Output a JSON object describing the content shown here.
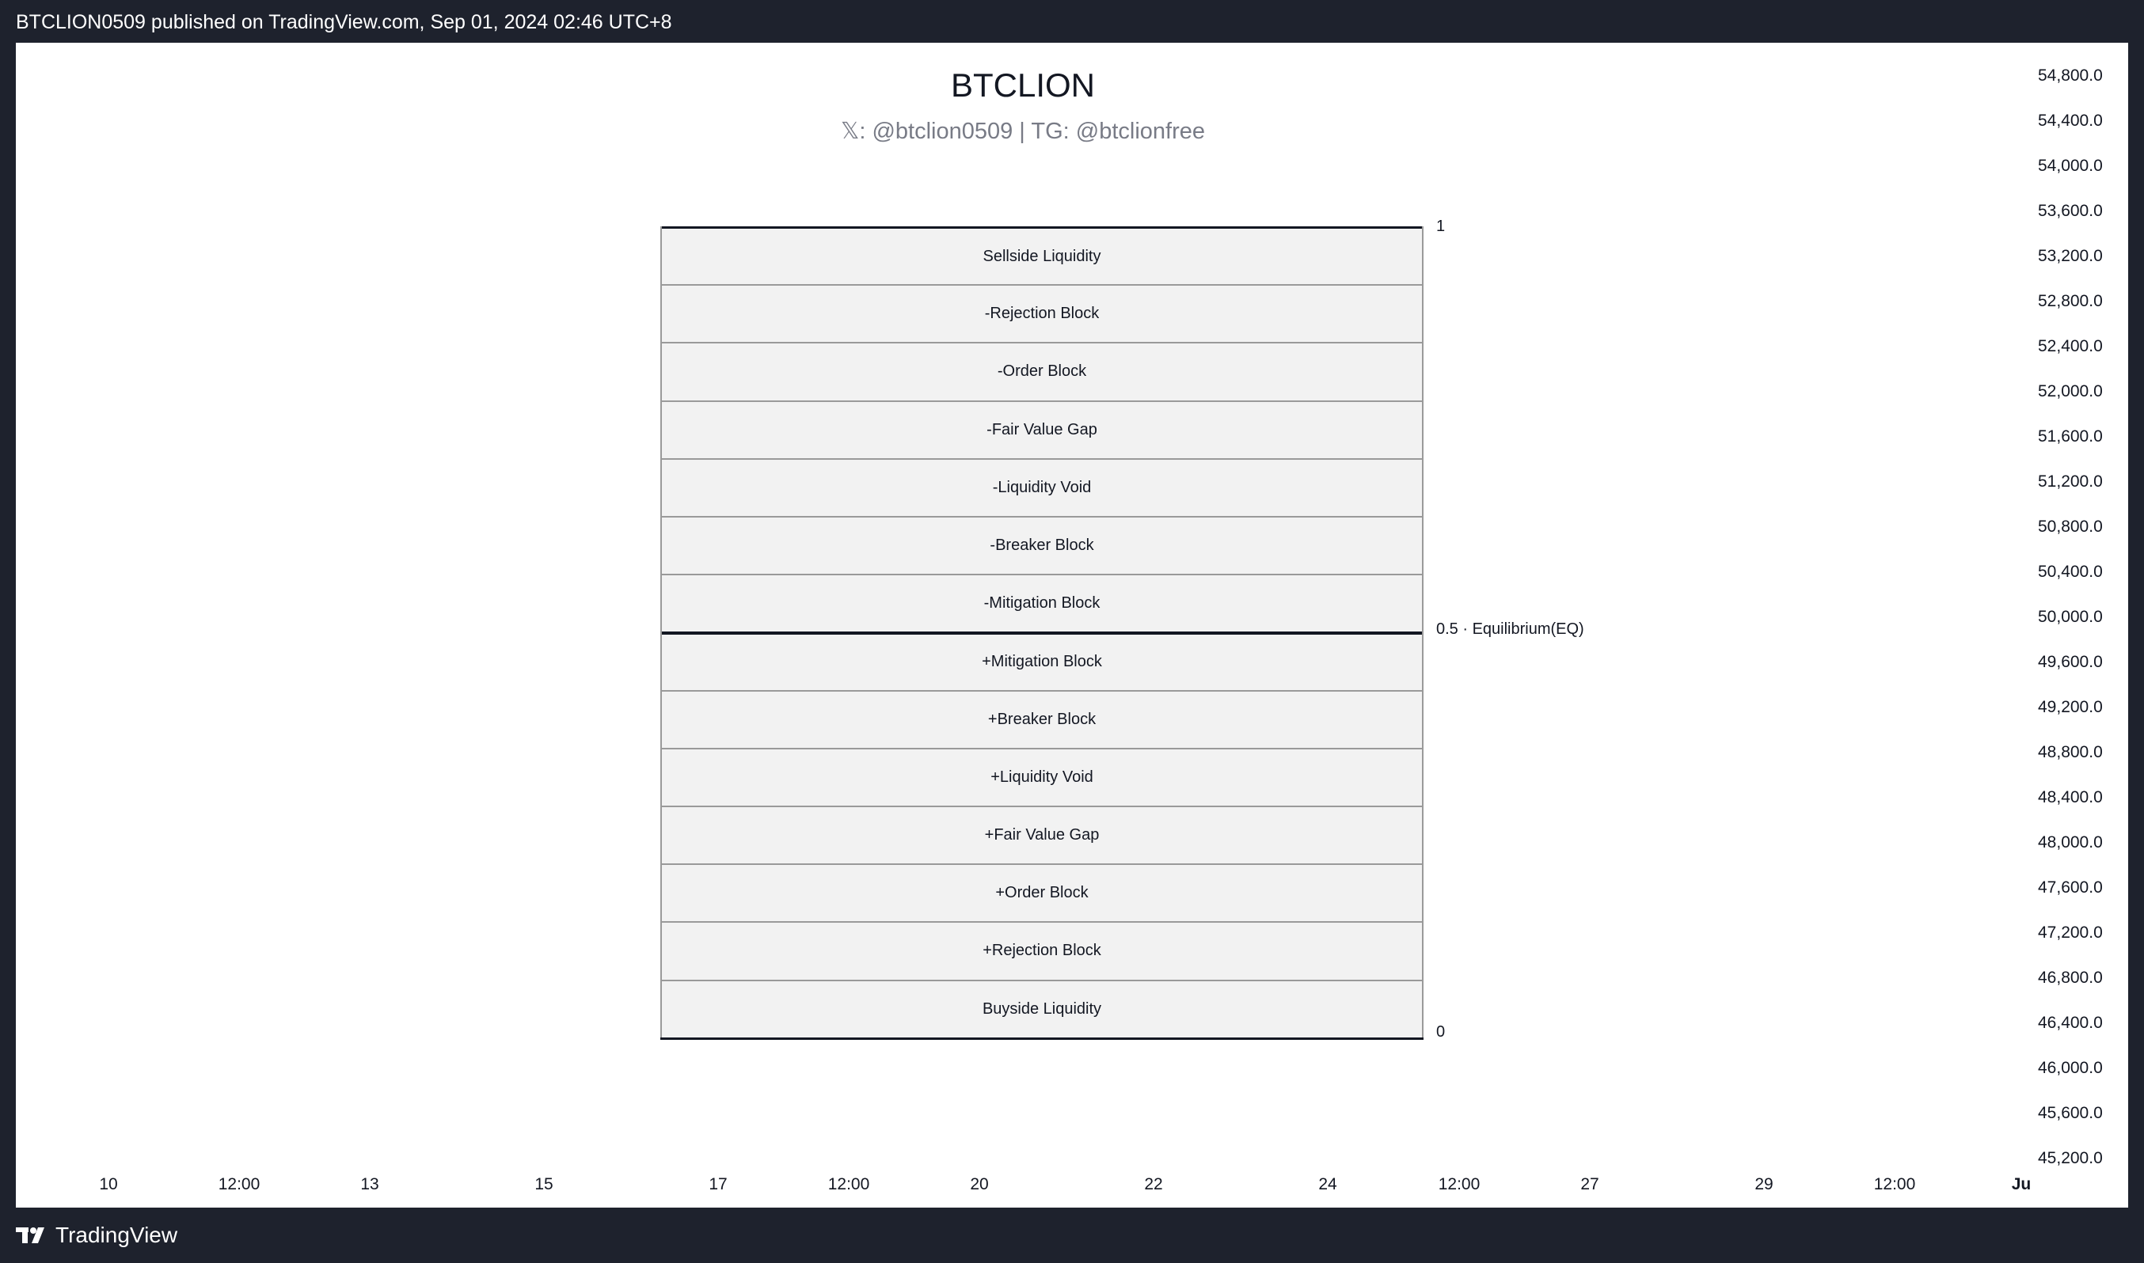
{
  "header": {
    "published_text": "BTCLION0509 published on TradingView.com, Sep 01, 2024 02:46 UTC+8"
  },
  "chart": {
    "title": "BTCLION",
    "subtitle": "𝕏: @btclion0509 | TG: @btclionfree",
    "zones": [
      "Sellside Liquidity",
      "-Rejection Block",
      "-Order Block",
      "-Fair Value Gap",
      "-Liquidity Void",
      "-Breaker Block",
      "-Mitigation Block",
      "+Mitigation Block",
      "+Breaker Block",
      "+Liquidity Void",
      "+Fair Value Gap",
      "+Order Block",
      "+Rejection Block",
      "Buyside Liquidity"
    ],
    "levels": {
      "top": "1",
      "middle": "0.5 · Equilibrium(EQ)",
      "bottom": "0"
    },
    "price_axis": [
      "54,800.0",
      "54,400.0",
      "54,000.0",
      "53,600.0",
      "53,200.0",
      "52,800.0",
      "52,400.0",
      "52,000.0",
      "51,600.0",
      "51,200.0",
      "50,800.0",
      "50,400.0",
      "50,000.0",
      "49,600.0",
      "49,200.0",
      "48,800.0",
      "48,400.0",
      "48,000.0",
      "47,600.0",
      "47,200.0",
      "46,800.0",
      "46,400.0",
      "46,000.0",
      "45,600.0",
      "45,200.0"
    ],
    "time_axis": [
      "10",
      "12:00",
      "13",
      "15",
      "17",
      "12:00",
      "20",
      "22",
      "24",
      "12:00",
      "27",
      "29",
      "12:00",
      "Ju"
    ],
    "colors": {
      "background": "#ffffff",
      "frame": "#1e222d",
      "zone_fill": "#f2f2f2",
      "zone_divider": "#9a9a9a",
      "key_line": "#131722",
      "text": "#131722",
      "subtitle": "#787b86"
    }
  },
  "footer": {
    "brand": "TradingView",
    "logo_icon": "tradingview-logo-icon"
  }
}
